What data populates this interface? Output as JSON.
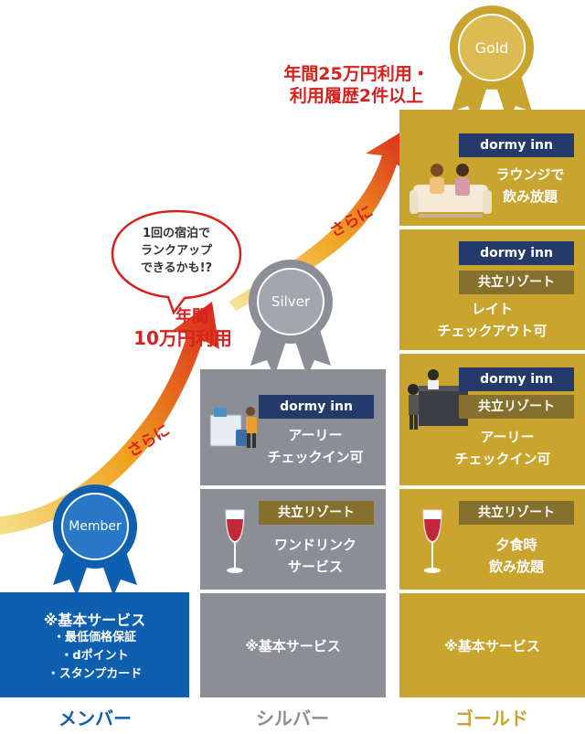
{
  "tiers": {
    "member": {
      "medal": "Member",
      "footer": "メンバー",
      "benefits": [
        "※基本サービス",
        "・最低価格保証",
        "・dポイント",
        "・スタンプカード"
      ]
    },
    "silver": {
      "medal": "Silver",
      "footer": "シルバー",
      "checkin": {
        "brand": "dormy inn",
        "text1": "アーリー",
        "text2": "チェックイン可"
      },
      "drink": {
        "brand": "共立リゾート",
        "text1": "ワンドリンク",
        "text2": "サービス"
      },
      "basic": "※基本サービス"
    },
    "gold": {
      "medal": "Gold",
      "footer": "ゴールド",
      "lounge": {
        "brand": "dormy inn",
        "text1": "ラウンジで",
        "text2": "飲み放題"
      },
      "late": {
        "brand1": "dormy inn",
        "brand2": "共立リゾート",
        "text1": "レイト",
        "text2": "チェックアウト可"
      },
      "early": {
        "brand1": "dormy inn",
        "brand2": "共立リゾート",
        "text1": "アーリー",
        "text2": "チェックイン可"
      },
      "dinner": {
        "brand": "共立リゾート",
        "text1": "夕食時",
        "text2": "飲み放題"
      },
      "basic": "※基本サービス"
    }
  },
  "arrows": {
    "label1": "さらに",
    "label2": "さらに"
  },
  "conditions": {
    "silver1": "年間",
    "silver2": "10万円利用",
    "gold1": "年間25万円利用・",
    "gold2": "利用履歴2件以上"
  },
  "bubble": {
    "line1": "1回の宿泊で",
    "line2": "ランクアップ",
    "line3": "できるかも!?"
  },
  "colors": {
    "member": "#0e5fb0",
    "silver": "#8b8e94",
    "gold": "#c9a42e",
    "navy": "#233a6a",
    "brown": "#85702e",
    "red": "#d6211e"
  }
}
